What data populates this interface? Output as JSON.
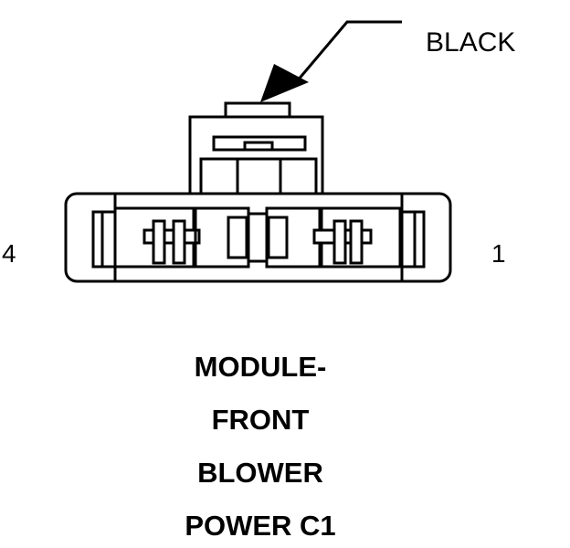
{
  "callout": {
    "color_label": "BLACK"
  },
  "pins": {
    "left": "4",
    "right": "1"
  },
  "title": {
    "lines": [
      "MODULE-",
      "FRONT",
      "BLOWER",
      "POWER C1"
    ]
  },
  "colors": {
    "stroke": "#000000",
    "background": "#ffffff"
  }
}
